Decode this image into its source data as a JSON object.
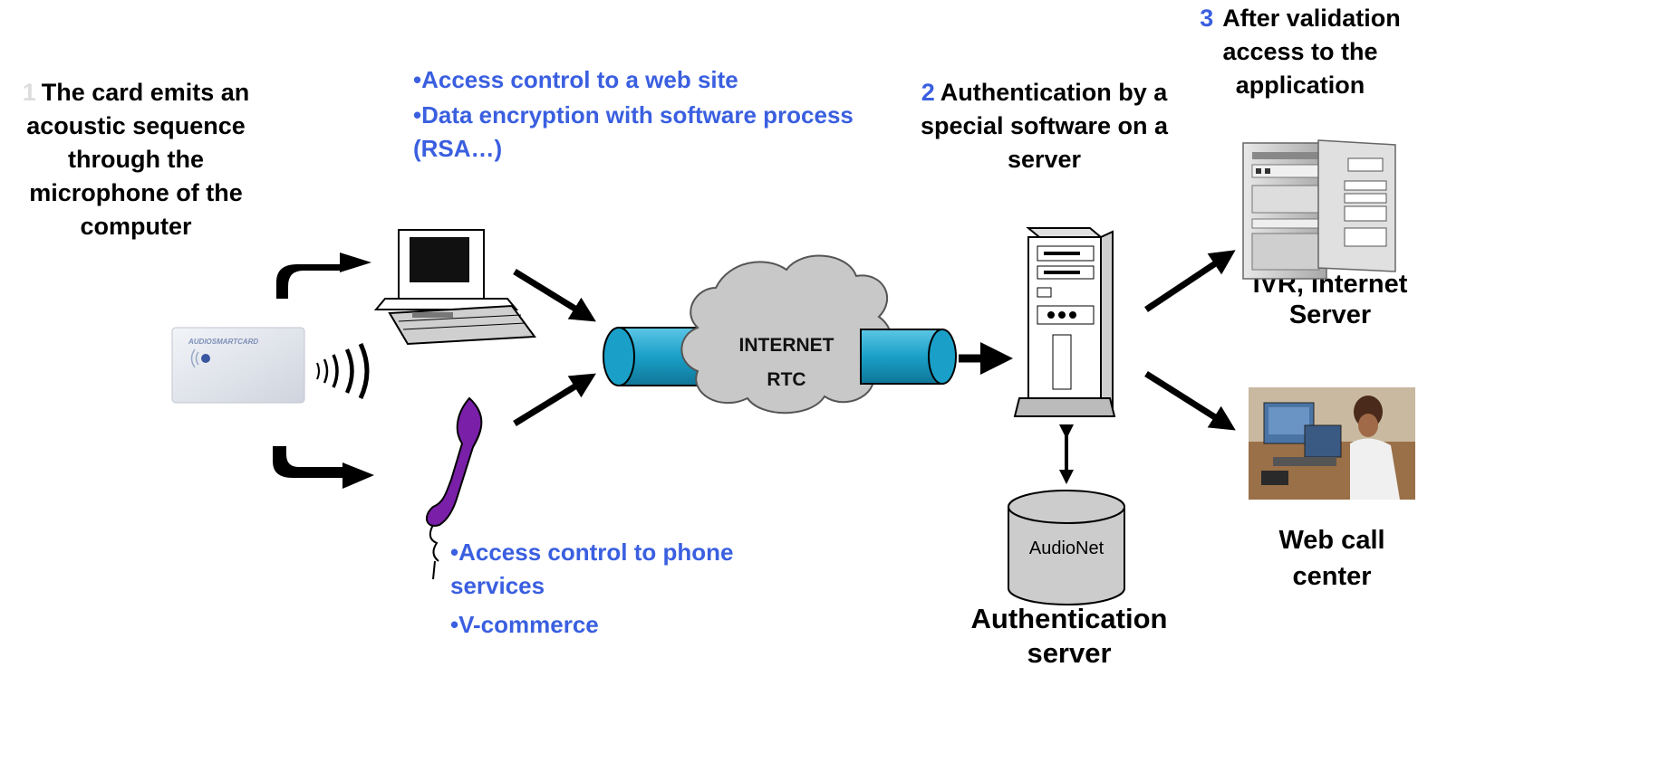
{
  "step1": {
    "number": "1",
    "text": "The card emits an acoustic sequence through the microphone of the computer"
  },
  "step2": {
    "number": "2",
    "text": "Authentication by a special software on a server"
  },
  "step3": {
    "number": "3",
    "text": "After validation access to the application"
  },
  "computer_uses": [
    "•Access control to a web site",
    "•Data encryption with software process (RSA…)"
  ],
  "phone_uses": [
    "•Access control to phone services",
    "•V-commerce"
  ],
  "card_label": "AUDIOSMARTCARD",
  "cloud": {
    "line1": "INTERNET",
    "line2": "RTC"
  },
  "database_label": "AudioNet",
  "auth_server_label": "Authentication server",
  "ivr_label": "IVR, Internet Server",
  "call_center_label": "Web call center",
  "colors": {
    "accent_blue": "#3a5fe0",
    "pipe_blue": "#1aa0c8",
    "cloud_gray": "#c8c8c8",
    "phone_purple": "#7a1fa8"
  },
  "icons": [
    "computer-icon",
    "telephone-handset-icon",
    "smart-card-icon",
    "sound-waves-icon",
    "server-tower-icon",
    "database-icon",
    "rack-server-icon",
    "call-center-photo"
  ]
}
